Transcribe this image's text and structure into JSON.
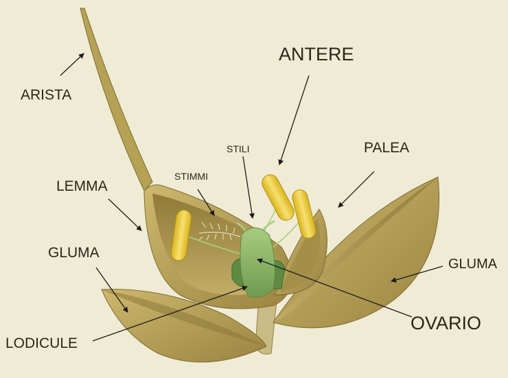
{
  "labels": {
    "arista": "ARISTA",
    "antere": "ANTERE",
    "stili": "STILI",
    "stimmi": "STIMMI",
    "palea": "PALEA",
    "lemma": "LEMMA",
    "gluma_left": "GLUMA",
    "gluma_right": "GLUMA",
    "ovario": "OVARIO",
    "lodicule": "LODICULE"
  },
  "colors": {
    "background": "#f0ebd5",
    "bract": "#b8a35a",
    "bract_dark": "#7d6a30",
    "bract_inner": "#cbb876",
    "anther": "#f2d235",
    "ovary": "#8fb86a",
    "lodicule": "#6f9a4f",
    "label_text": "#2b2518"
  }
}
